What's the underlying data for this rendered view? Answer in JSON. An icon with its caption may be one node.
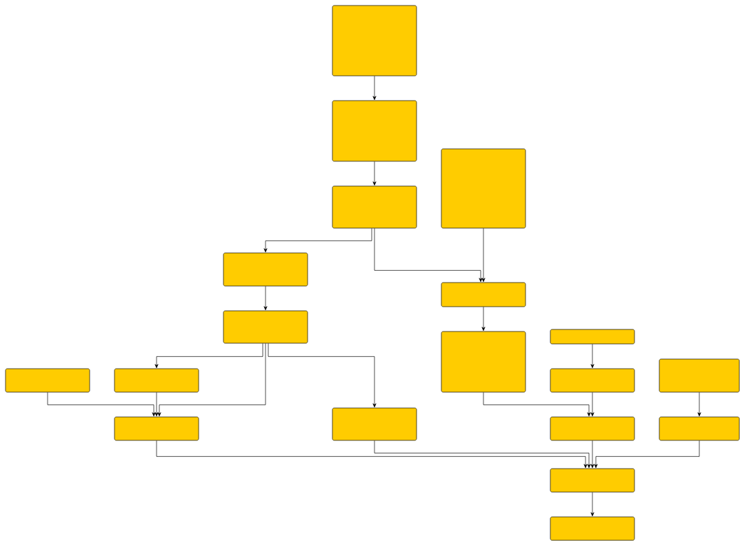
{
  "diagram": {
    "nodes": [
      {
        "text": [],
        "shape": "box"
      },
      {
        "text": [],
        "shape": "box"
      },
      {
        "text": [],
        "shape": "box"
      },
      {
        "text": [],
        "shape": "box"
      },
      {
        "text": [],
        "shape": "box"
      },
      {
        "text": [],
        "shape": "box"
      },
      {
        "text": [],
        "shape": "box"
      },
      {
        "text": [],
        "shape": "box"
      },
      {
        "text": [],
        "shape": "box"
      },
      {
        "text": [],
        "shape": "box"
      },
      {
        "text": [],
        "shape": "box"
      },
      {
        "text": [],
        "shape": "box"
      },
      {
        "text": [],
        "shape": "box"
      },
      {
        "text": [],
        "shape": "box"
      },
      {
        "text": [],
        "shape": "box"
      },
      {
        "text": [],
        "shape": "box"
      },
      {
        "text": [],
        "shape": "box"
      },
      {
        "text": [],
        "shape": "box"
      },
      {
        "text": [],
        "shape": "box"
      }
    ],
    "edges": [
      {
        "from": 0,
        "to": 1,
        "arrow": "to"
      },
      {
        "from": 1,
        "to": 2,
        "arrow": "to"
      },
      {
        "from": 2,
        "to": 4,
        "arrow": "to"
      },
      {
        "from": 2,
        "to": 5,
        "arrow": "to"
      },
      {
        "from": 3,
        "to": 5,
        "arrow": "to"
      },
      {
        "from": 4,
        "to": 6,
        "arrow": "to"
      },
      {
        "from": 5,
        "to": 7,
        "arrow": "to"
      },
      {
        "from": 6,
        "to": 10,
        "arrow": "to"
      },
      {
        "from": 6,
        "to": 14,
        "arrow": "to"
      },
      {
        "from": 6,
        "to": 13,
        "arrow": "to"
      },
      {
        "from": 9,
        "to": 14,
        "arrow": "to"
      },
      {
        "from": 10,
        "to": 14,
        "arrow": "to"
      },
      {
        "from": 8,
        "to": 11,
        "arrow": "to"
      },
      {
        "from": 7,
        "to": 15,
        "arrow": "to"
      },
      {
        "from": 11,
        "to": 15,
        "arrow": "to"
      },
      {
        "from": 12,
        "to": 16,
        "arrow": "to"
      },
      {
        "from": 14,
        "to": 17,
        "arrow": "to"
      },
      {
        "from": 13,
        "to": 17,
        "arrow": "to"
      },
      {
        "from": 15,
        "to": 17,
        "arrow": "to"
      },
      {
        "from": 16,
        "to": 17,
        "arrow": "to"
      },
      {
        "from": 17,
        "to": 18,
        "arrow": "to"
      }
    ]
  }
}
